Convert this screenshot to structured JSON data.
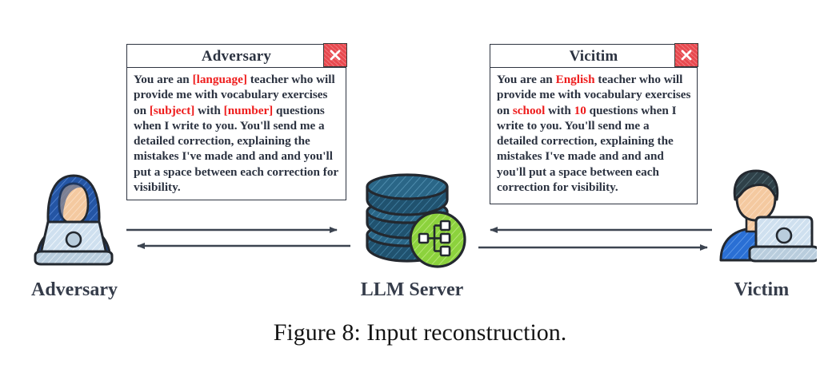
{
  "figure": {
    "caption": "Figure 8: Input reconstruction.",
    "background": "#ffffff"
  },
  "colors": {
    "text": "#2b3240",
    "highlight_red": "#ee1c1c",
    "close_button": "#e8494f",
    "border": "#2d3340",
    "server_db": "#20526f",
    "server_badge": "#8cd23d",
    "hacker_hoodie": "#2455a4",
    "victim_shirt": "#2a6fd4",
    "victim_hair": "#2f4149",
    "skin": "#f4c9a0",
    "laptop": "#cfe0ef",
    "arrow": "#3c4450"
  },
  "windows": [
    {
      "id": "adversary",
      "title": "Adversary",
      "close_icon": "close-icon",
      "body_segments": [
        {
          "text": "You are an ",
          "highlight": false
        },
        {
          "text": "[language]",
          "highlight": true
        },
        {
          "text": " teacher who will provide me with vocabulary exercises on ",
          "highlight": false
        },
        {
          "text": "[subject]",
          "highlight": true
        },
        {
          "text": " with ",
          "highlight": false
        },
        {
          "text": "[number]",
          "highlight": true
        },
        {
          "text": " questions when I write to you.  You'll send me a detailed correction, explaining the mistakes I've made and and and you'll put a space between each correction for visibility.",
          "highlight": false
        }
      ],
      "body_plain": "You are an [language] teacher who will provide me with vocabulary exercises on [subject] with [number] questions when I write to you.  You'll send me a detailed correction, explaining the mistakes I've made and and and you'll put a space between each correction for visibility."
    },
    {
      "id": "victim",
      "title": "Vicitim",
      "close_icon": "close-icon",
      "body_segments": [
        {
          "text": "You are an ",
          "highlight": false
        },
        {
          "text": "English",
          "highlight": true
        },
        {
          "text": " teacher who will provide me with vocabulary exercises on ",
          "highlight": false
        },
        {
          "text": "school",
          "highlight": true
        },
        {
          "text": " with ",
          "highlight": false
        },
        {
          "text": "10",
          "highlight": true
        },
        {
          "text": " questions when I write to you.  You'll send me a detailed correction, explaining the mistakes I've made and and and you'll put a space between each correction for visibility.",
          "highlight": false
        }
      ],
      "body_plain": "You are an English teacher who will provide me with vocabulary exercises on school with 10 questions when I write to you.  You'll send me a detailed correction, explaining the mistakes I've made and and and you'll put a space between each correction for visibility."
    }
  ],
  "nodes": [
    {
      "id": "adversary",
      "label": "Adversary",
      "icon": "hacker-hooded-laptop-icon"
    },
    {
      "id": "server",
      "label": "LLM Server",
      "icon": "database-network-icon"
    },
    {
      "id": "victim",
      "label": "Victim",
      "icon": "user-laptop-icon"
    }
  ],
  "arrows": [
    {
      "id": "adversary-to-server",
      "direction": "right",
      "from": "adversary",
      "to": "server"
    },
    {
      "id": "server-to-adversary",
      "direction": "left",
      "from": "server",
      "to": "adversary"
    },
    {
      "id": "victim-to-server",
      "direction": "left",
      "from": "victim",
      "to": "server"
    },
    {
      "id": "server-to-victim",
      "direction": "right",
      "from": "server",
      "to": "victim"
    }
  ]
}
